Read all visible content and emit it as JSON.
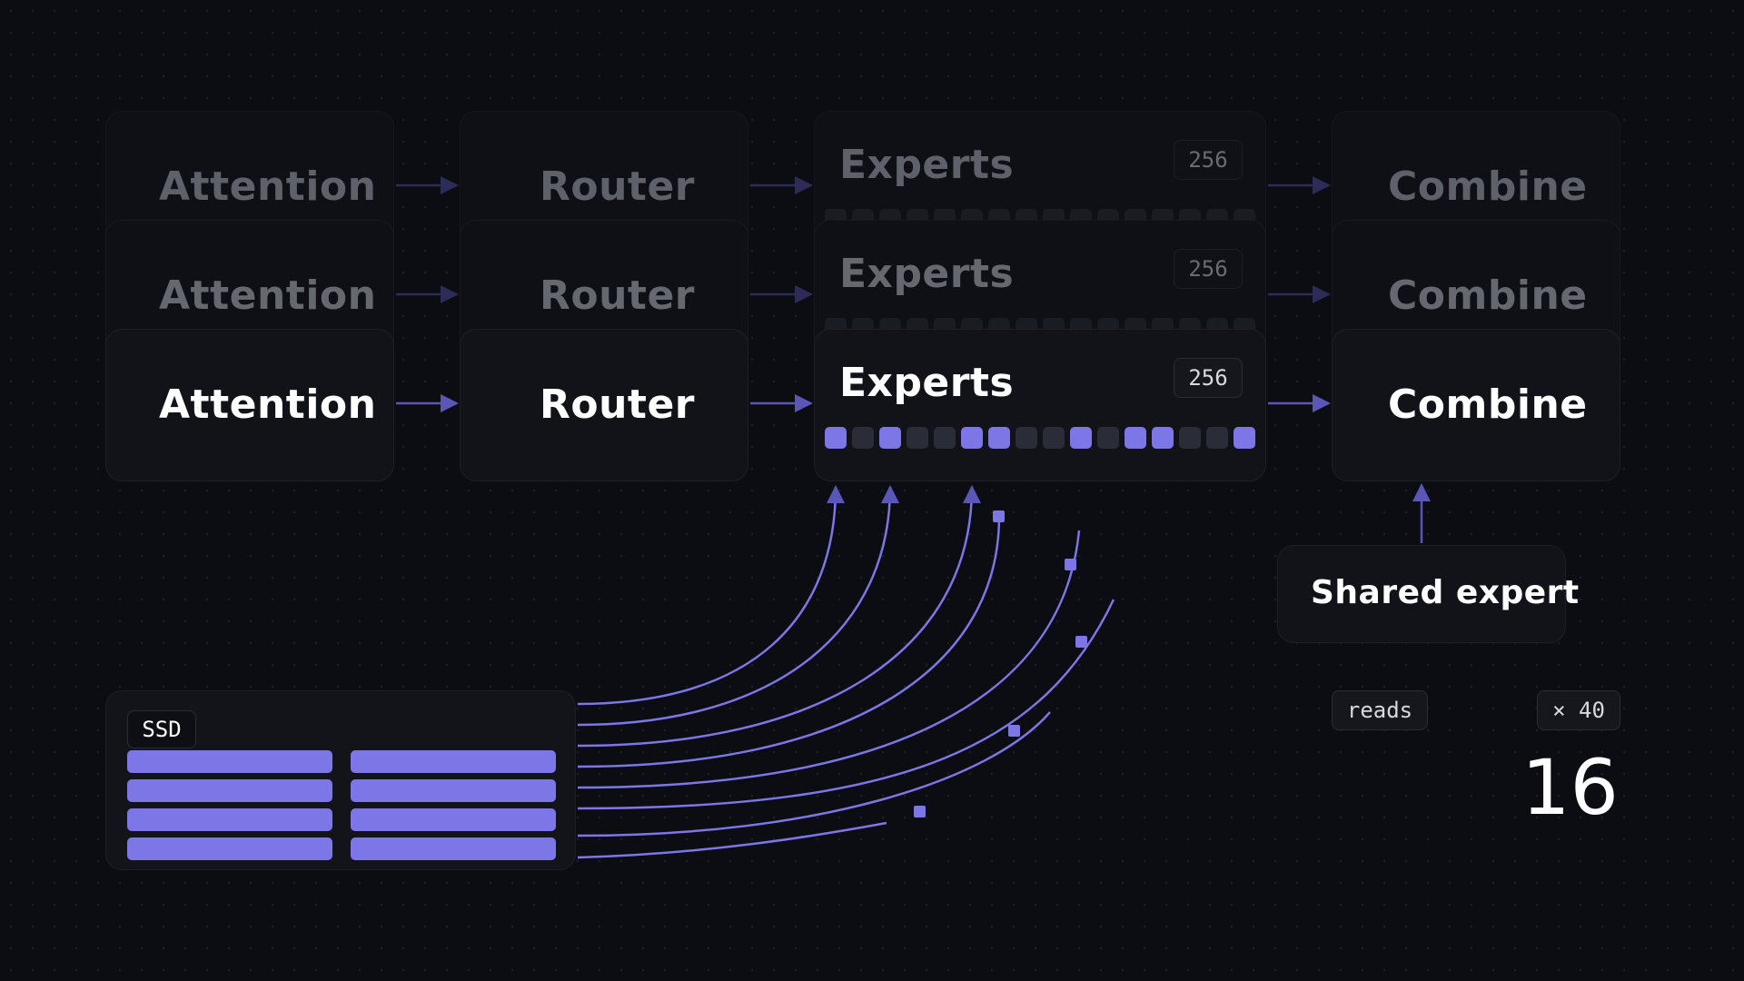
{
  "pipeline": {
    "attention_label": "Attention",
    "router_label": "Router",
    "experts_label": "Experts",
    "experts_count": "256",
    "combine_label": "Combine",
    "expert_slots": [
      true,
      false,
      true,
      false,
      false,
      true,
      true,
      false,
      false,
      true,
      false,
      true,
      true,
      false,
      false,
      true
    ]
  },
  "shared_expert_label": "Shared expert",
  "ssd_label": "SSD",
  "reads_label": "reads",
  "multiplier_label": "× 40",
  "reads_value": "16",
  "colors": {
    "accent": "#7d76e6",
    "background": "#0b0d12",
    "box": "#121319"
  }
}
